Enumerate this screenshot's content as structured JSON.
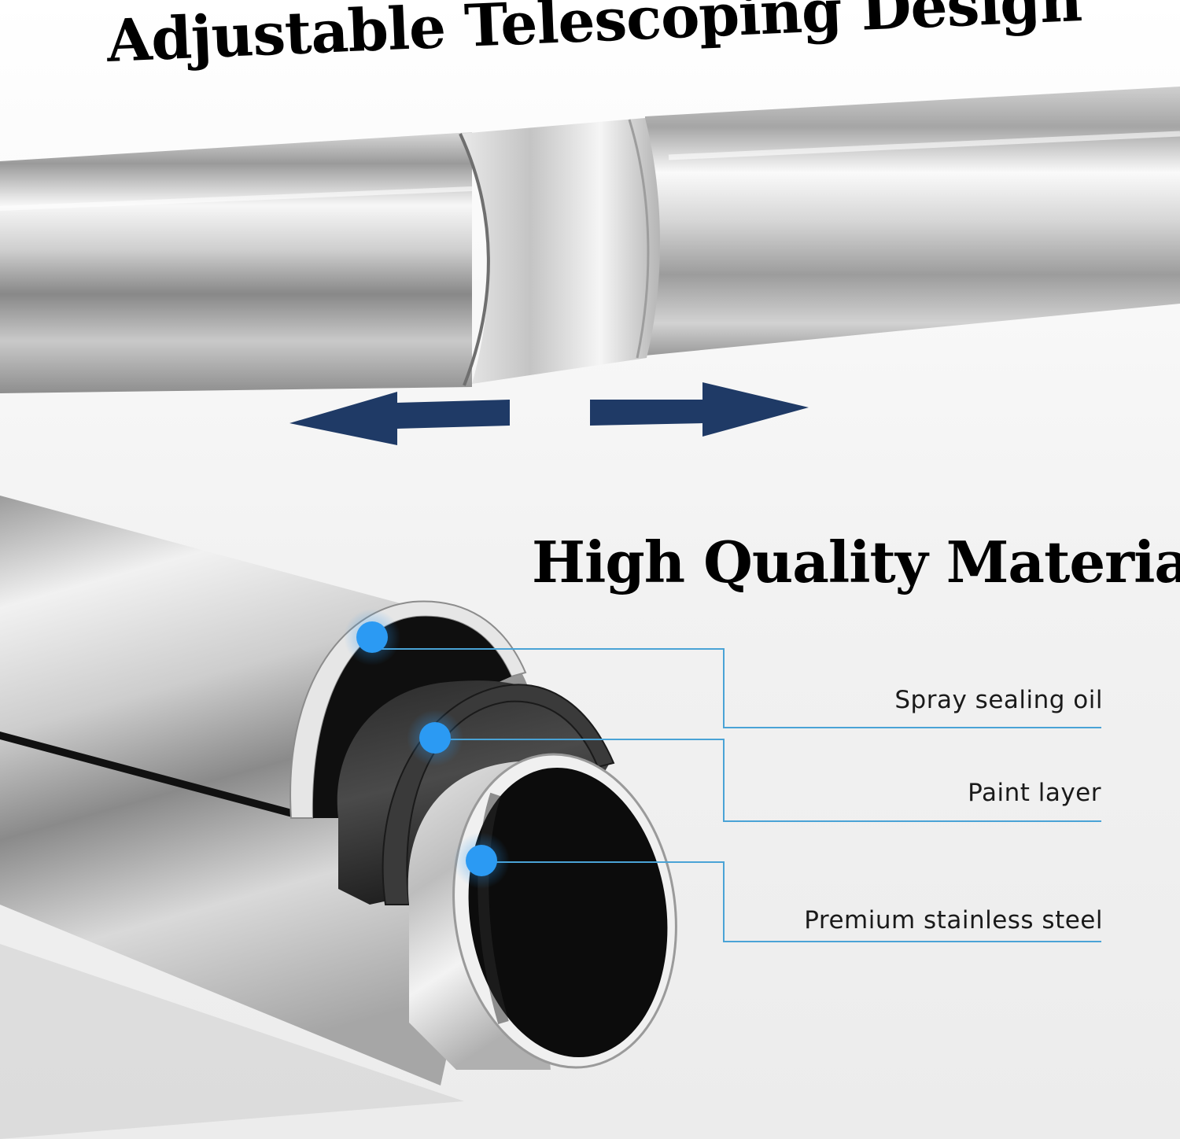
{
  "headings": {
    "telescoping": "Adjustable Telescoping Design",
    "material": "High Quality Material"
  },
  "layers": [
    {
      "label": "Spray sealing oil"
    },
    {
      "label": "Paint layer"
    },
    {
      "label": "Premium stainless steel"
    }
  ],
  "colors": {
    "arrow": "#1f3a66",
    "callout_dot": "#2b9af3",
    "callout_line": "#4aa3d6",
    "steel_light": "#f4f4f4",
    "steel_dark": "#8b8b8b",
    "tube_interior": "#101010"
  },
  "icons": {
    "left_arrow": "arrow-left-icon",
    "right_arrow": "arrow-right-icon"
  }
}
